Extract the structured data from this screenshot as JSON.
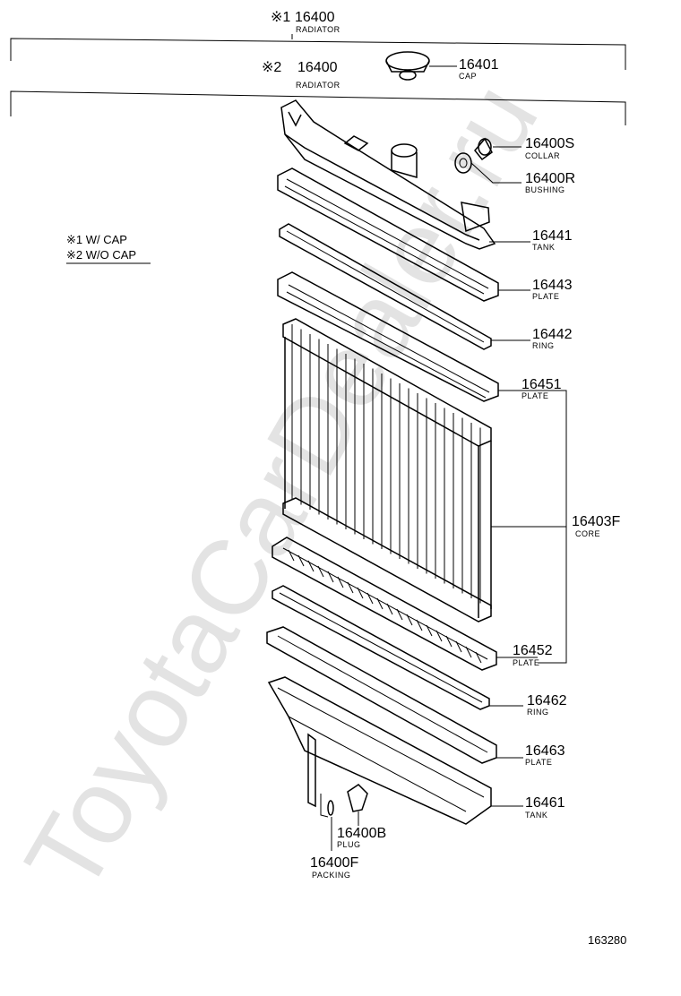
{
  "watermark": "ToyotaCarDealer.ru",
  "radiator_with_cap": {
    "mark": "※1",
    "number": "16400",
    "name": "RADIATOR"
  },
  "radiator_without_cap": {
    "mark": "※2",
    "number": "16400",
    "name": "RADIATOR"
  },
  "notes": {
    "w_cap": "※1 W/ CAP",
    "wo_cap": "※2 W/O CAP"
  },
  "parts": {
    "cap": {
      "number": "16401",
      "name": "CAP"
    },
    "collar": {
      "number": "16400S",
      "name": "COLLAR"
    },
    "bushing": {
      "number": "16400R",
      "name": "BUSHING"
    },
    "upper_tank": {
      "number": "16441",
      "name": "TANK"
    },
    "upper_plate": {
      "number": "16443",
      "name": "PLATE"
    },
    "upper_ring": {
      "number": "16442",
      "name": "RING"
    },
    "core_upper_plate": {
      "number": "16451",
      "name": "PLATE"
    },
    "core": {
      "number": "16403F",
      "name": "CORE"
    },
    "core_lower_plate": {
      "number": "16452",
      "name": "PLATE"
    },
    "lower_ring": {
      "number": "16462",
      "name": "RING"
    },
    "lower_plate": {
      "number": "16463",
      "name": "PLATE"
    },
    "lower_tank": {
      "number": "16461",
      "name": "TANK"
    },
    "plug": {
      "number": "16400B",
      "name": "PLUG"
    },
    "packing": {
      "number": "16400F",
      "name": "PACKING"
    }
  },
  "diagram_ref": "163280"
}
